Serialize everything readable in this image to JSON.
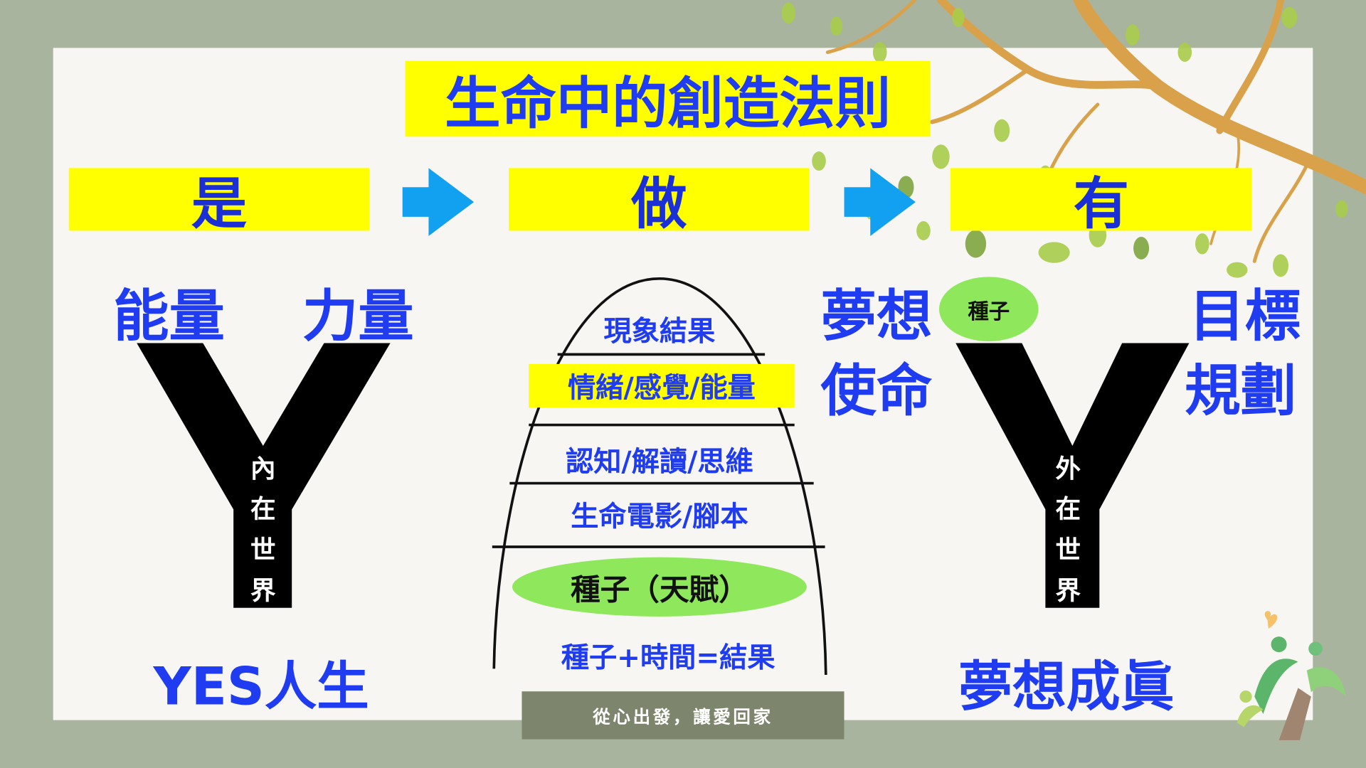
{
  "title": "生命中的創造法則",
  "stages": [
    {
      "label": "是"
    },
    {
      "label": "做"
    },
    {
      "label": "有"
    }
  ],
  "left": {
    "top_left": "能量",
    "top_right": "力量",
    "stem_chars": [
      "內",
      "在",
      "世",
      "界"
    ],
    "bottom": "YES人生"
  },
  "middle": {
    "layers": [
      "現象結果",
      "情緒/感覺/能量",
      "認知/解讀/思維",
      "生命電影/腳本"
    ],
    "seed": "種子（天賦）",
    "formula": "種子+時間=結果"
  },
  "right": {
    "top_left_1": "夢想",
    "top_left_2": "使命",
    "seed": "種子",
    "top_right_1": "目標",
    "top_right_2": "規劃",
    "stem_chars": [
      "外",
      "在",
      "世",
      "界"
    ],
    "bottom": "夢想成眞"
  },
  "footer": "從心出發，讓愛回家",
  "colors": {
    "accent_blue": "#1f3cf0",
    "highlight": "#ffff00",
    "arrow": "#12a0f0",
    "seed_green": "#8fe85c",
    "footer_bg": "#7d866c"
  }
}
